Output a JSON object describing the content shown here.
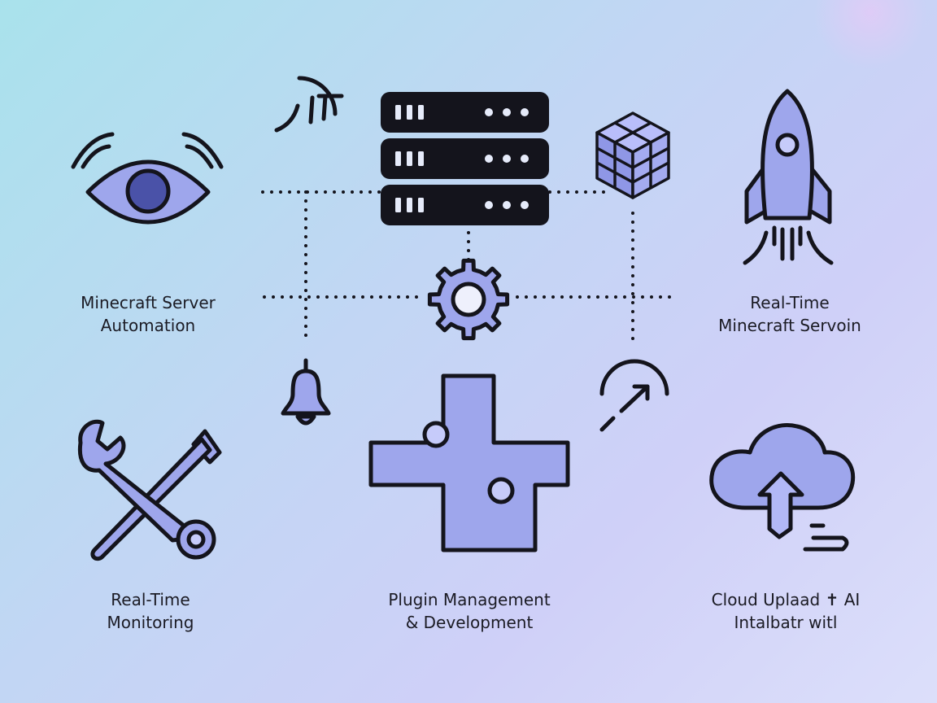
{
  "colors": {
    "background_start": "#a9e2ec",
    "background_end": "#dcdffa",
    "icon_fill": "#9ea6ec",
    "icon_fill_dark": "#5b63b8",
    "stroke": "#14141c",
    "server_fill": "#14141c"
  },
  "icons": [
    "eye-icon",
    "broadcast-arc-icon",
    "server-rack-icon",
    "cube-icon",
    "rocket-icon",
    "gear-icon",
    "bell-icon",
    "upload-arc-icon",
    "wrench-screwdriver-icon",
    "puzzle-cross-icon",
    "cloud-upload-icon"
  ],
  "labels": {
    "top_left": {
      "line1": "Minecraft Server",
      "line2": "Automation"
    },
    "top_right": {
      "line1": "Real-Time",
      "line2": "Minecraft Servoin"
    },
    "bottom_left": {
      "line1": "Real-Time",
      "line2": "Monitoring"
    },
    "bottom_center": {
      "line1": "Plugin Management",
      "line2": "& Development"
    },
    "bottom_right": {
      "line1": "Cloud Uplaad ✝ AI",
      "line2": "Intalbatr witl"
    }
  }
}
